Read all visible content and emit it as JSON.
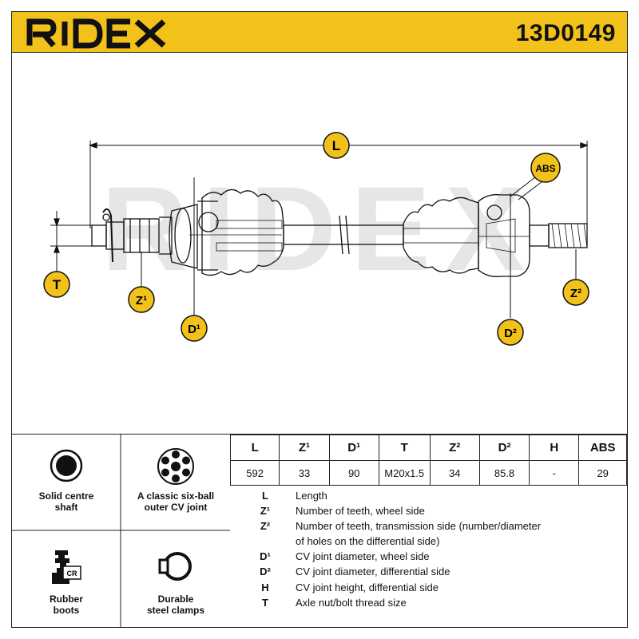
{
  "header": {
    "brand": "RIDEX",
    "article_number": "13D0149",
    "brand_color": "#f3c21a"
  },
  "diagram": {
    "labels": {
      "L": "L",
      "ABS": "ABS",
      "T": "T",
      "Z1": "Z¹",
      "D1": "D¹",
      "D2": "D²",
      "Z2": "Z²"
    },
    "watermark": "RIDEX"
  },
  "features": [
    {
      "icon": "solid-shaft-icon",
      "label": "Solid centre\nshaft"
    },
    {
      "icon": "six-ball-joint-icon",
      "label": "A classic six-ball\nouter CV joint"
    },
    {
      "icon": "rubber-boot-icon",
      "label": "Rubber\nboots",
      "icon_text": "CR"
    },
    {
      "icon": "steel-clamp-icon",
      "label": "Durable\nsteel clamps"
    }
  ],
  "specs": {
    "headers": [
      "L",
      "Z¹",
      "D¹",
      "T",
      "Z²",
      "D²",
      "H",
      "ABS"
    ],
    "values": [
      "592",
      "33",
      "90",
      "M20x1.5",
      "34",
      "85.8",
      "-",
      "29"
    ]
  },
  "legend": [
    {
      "key": "L",
      "desc": "Length"
    },
    {
      "key": "Z¹",
      "desc": "Number of teeth, wheel side"
    },
    {
      "key": "Z²",
      "desc": "Number of teeth, transmission side (number/diameter"
    },
    {
      "key": "",
      "desc": "of holes on the differential side)"
    },
    {
      "key": "D¹",
      "desc": "CV joint diameter, wheel side"
    },
    {
      "key": "D²",
      "desc": "CV joint diameter, differential side"
    },
    {
      "key": "H",
      "desc": "CV joint height, differential side"
    },
    {
      "key": "T",
      "desc": "Axle nut/bolt thread size"
    }
  ]
}
